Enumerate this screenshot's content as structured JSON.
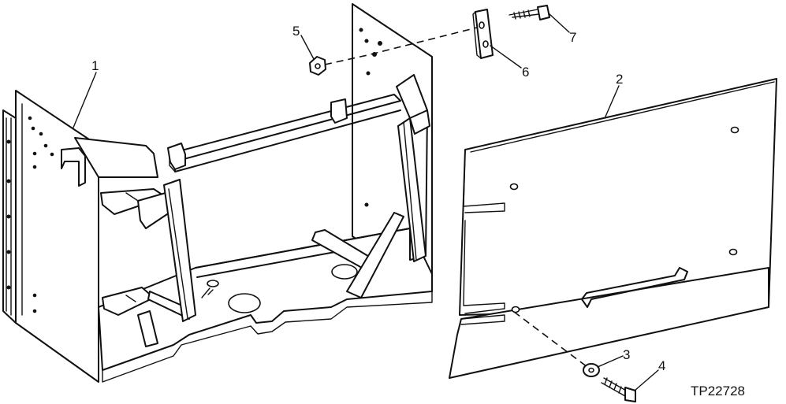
{
  "figure_id": "TP22728",
  "callouts": [
    {
      "number": "1",
      "part": "battery-box-frame"
    },
    {
      "number": "2",
      "part": "cover-panel"
    },
    {
      "number": "3",
      "part": "washer"
    },
    {
      "number": "4",
      "part": "bolt"
    },
    {
      "number": "5",
      "part": "nut"
    },
    {
      "number": "6",
      "part": "strap"
    },
    {
      "number": "7",
      "part": "bolt"
    }
  ]
}
